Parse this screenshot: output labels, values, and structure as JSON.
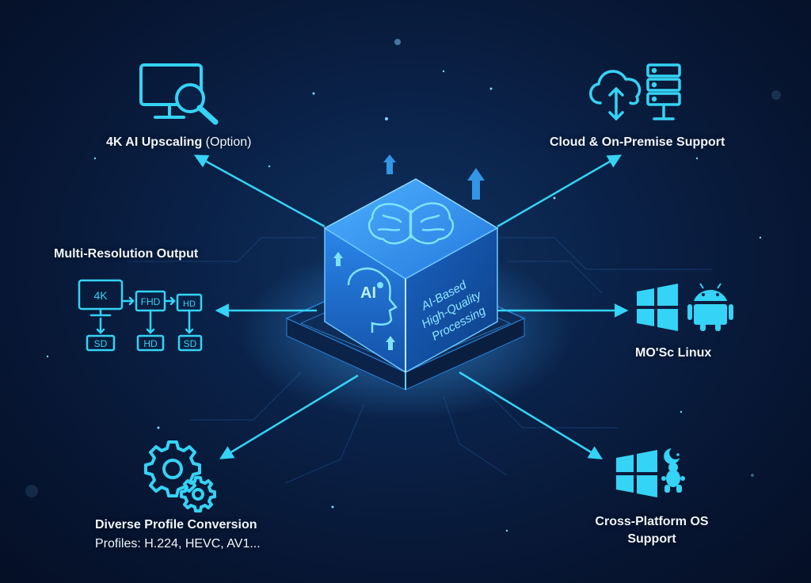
{
  "colors": {
    "accent": "#35d3f5",
    "cube_front": "#1a6fd6",
    "cube_top": "#2b8ff0",
    "cube_side": "#124f9e",
    "background": "#0a2147"
  },
  "center": {
    "icon": "brain-icon",
    "badge": "AI",
    "side_text": [
      "AI-Based",
      "High-Quality",
      "Processing"
    ]
  },
  "features": [
    {
      "id": "upscaling",
      "label_bold": "4K AI Upscaling",
      "label_light": "(Option)",
      "icon": "monitor-search-icon"
    },
    {
      "id": "cloud",
      "label": "Cloud & On-Premise Support",
      "icon": "cloud-server-icon"
    },
    {
      "id": "multires",
      "label": "Multi-Resolution Output",
      "icon": "resolution-tree-icon"
    },
    {
      "id": "os",
      "label": "MO'Sc Linux",
      "icon": "windows-android-icon"
    },
    {
      "id": "profile",
      "label": "Diverse Profile Conversion",
      "sublabel": "Profiles: H.224, HEVC, AV1...",
      "icon": "gears-icon"
    },
    {
      "id": "crossplatform",
      "label_line1": "Cross-Platform OS",
      "label_line2": "Support",
      "icon": "windows-linux-icon"
    }
  ],
  "resolution_tree": {
    "top": [
      "4K",
      "FHD",
      "HD"
    ],
    "bottom": [
      "SD",
      "HD",
      "SD"
    ]
  }
}
